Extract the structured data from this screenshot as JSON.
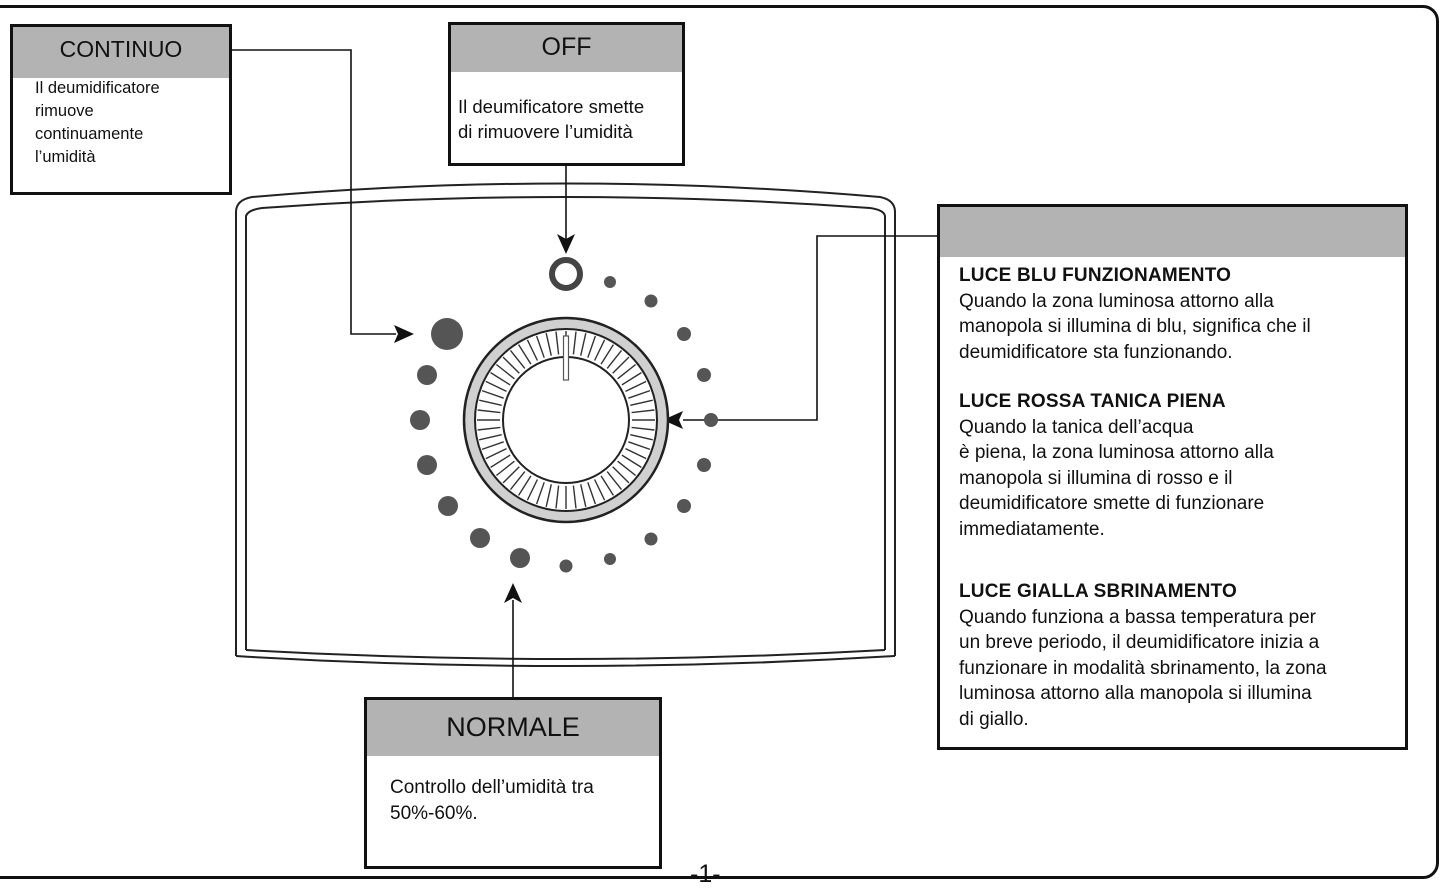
{
  "continuo": {
    "title": "CONTINUO",
    "text": "Il deumidificatore\n rimuove\ncontinuamente\nl’umidità"
  },
  "off": {
    "title": "OFF",
    "lines": [
      "Il deumificatore smette",
      "di rimuovere l’umidità"
    ]
  },
  "normale": {
    "title": "NORMALE",
    "lines": [
      "Controllo dell’umidità tra",
      "50%-60%."
    ]
  },
  "luci": {
    "blu": {
      "title": "LUCE BLU FUNZIONAMENTO",
      "lines": [
        "Quando la zona luminosa attorno alla",
        "manopola si illumina di blu, significa che il",
        "deumidificatore sta funzionando."
      ]
    },
    "rossa": {
      "title": "LUCE ROSSA TANICA PIENA",
      "lines": [
        "Quando la tanica dell’acqua",
        "è piena, la zona luminosa attorno alla",
        "manopola si illumina di rosso e il",
        "deumidificatore smette di funzionare",
        "immediatamente."
      ]
    },
    "gialla": {
      "title": "LUCE GIALLA SBRINAMENTO",
      "lines": [
        "Quando funziona a bassa  temperatura per",
        "un breve periodo, il deumidificatore inizia a",
        "funzionare in modalità sbrinamento, la  zona",
        "luminosa attorno alla manopola si illumina",
        "di giallo."
      ]
    }
  },
  "page_number": "-1-",
  "colors": {
    "header_gray": "#b3b3b3",
    "dot_gray": "#555555",
    "line": "#111111"
  }
}
